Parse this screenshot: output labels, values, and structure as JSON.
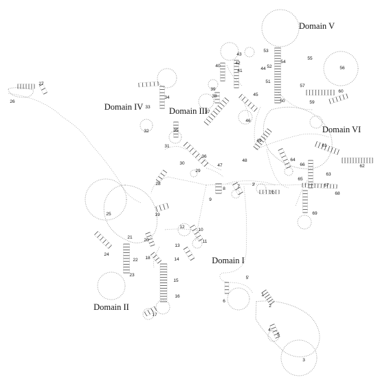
{
  "domains": [
    {
      "label": "Domain I"
    },
    {
      "label": "Domain II"
    },
    {
      "label": "Domain III"
    },
    {
      "label": "Domain IV"
    },
    {
      "label": "Domain V"
    },
    {
      "label": "Domain VI"
    }
  ],
  "helix_labels": [
    "1",
    "2",
    "3",
    "4",
    "5",
    "5'",
    "6",
    "7",
    "8",
    "9",
    "10",
    "11",
    "12",
    "13",
    "14",
    "15",
    "16",
    "17",
    "18",
    "19",
    "20",
    "21",
    "22",
    "23",
    "24",
    "25",
    "26",
    "27",
    "28",
    "29",
    "30",
    "31",
    "32",
    "33",
    "34",
    "35",
    "36",
    "37",
    "38",
    "39",
    "40",
    "41",
    "42",
    "43",
    "44",
    "45",
    "46",
    "47",
    "48",
    "49",
    "50",
    "51",
    "52",
    "53",
    "54",
    "55",
    "56",
    "57",
    "59",
    "60",
    "61",
    "62",
    "63",
    "64",
    "65",
    "66",
    "67",
    "68",
    "69",
    "70",
    "3'"
  ],
  "colors": {
    "backbone": "#a8a8a8",
    "base_pair": "#444444",
    "text": "#111111"
  }
}
